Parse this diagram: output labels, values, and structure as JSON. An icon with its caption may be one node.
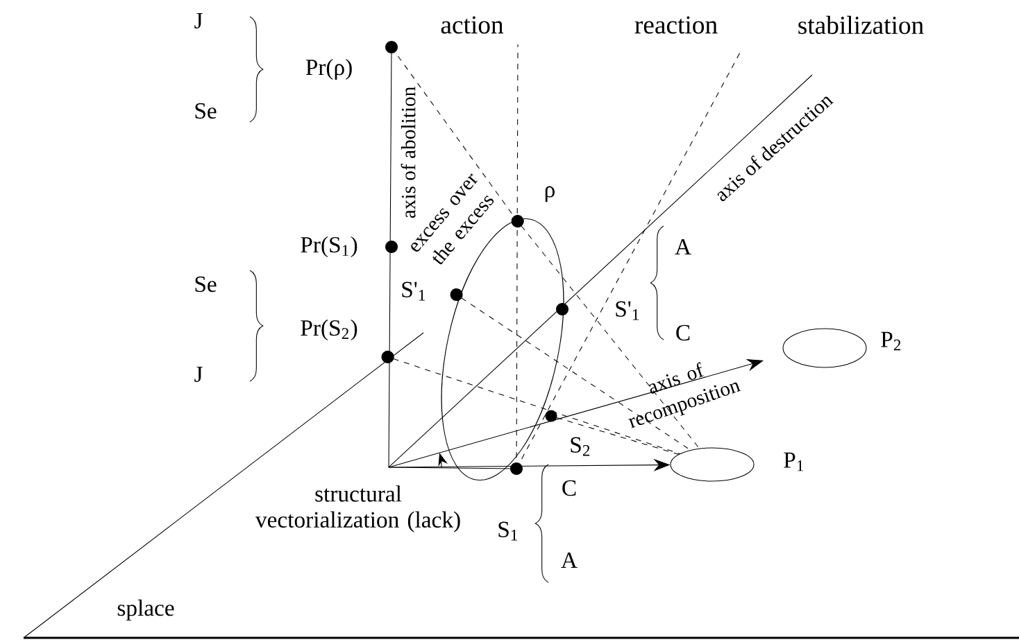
{
  "diagram": {
    "nodes": [
      {
        "text": [],
        "shape": "ellipse",
        "beside": [
          "P$_{1}$"
        ]
      },
      {
        "text": [],
        "shape": "ellipse",
        "beside": [
          "P$_{2}$"
        ]
      },
      {
        "text": [],
        "shape": "circle",
        "beside": [
          "S$_{2}$"
        ]
      }
    ],
    "edges": [
      {
        "from": null,
        "to": 0,
        "arrow": "to"
      },
      {
        "from": null,
        "to": 0,
        "arrow": "other",
        "style": "dashed"
      },
      {
        "from": null,
        "to": 0,
        "arrow": "other",
        "style": "dashed"
      },
      {
        "from": null,
        "to": 0,
        "arrow": "other",
        "style": "dashed"
      },
      {
        "from": 2,
        "to": 0,
        "arrow": "none",
        "style": "dashed"
      }
    ],
    "labels": [
      "J",
      "action",
      "reaction",
      "stabilization",
      "Pr(ρ)",
      "Se",
      "ρ",
      "axis of abolition",
      "excess over the excess",
      "axis of destruction",
      "Pr(S$_{1}$)",
      "A",
      "Se",
      "S'$_{1}$",
      "S'$_{1}$",
      "Pr(S$_{2}$)",
      "C",
      "J",
      "axis of recomposition",
      "structural vectorialization (lack)",
      "C",
      "S$_{1}$",
      "A",
      "splace"
    ]
  }
}
